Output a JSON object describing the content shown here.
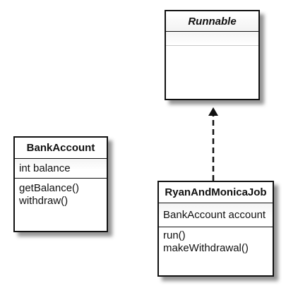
{
  "diagram": {
    "classes": {
      "runnable": {
        "name": "Runnable",
        "attributes": [],
        "methods": []
      },
      "bank_account": {
        "name": "BankAccount",
        "attributes": [
          "int balance"
        ],
        "methods": [
          "getBalance()",
          "withdraw()"
        ]
      },
      "ryan_and_monica_job": {
        "name": "RyanAndMonicaJob",
        "attributes": [
          "BankAccount account"
        ],
        "methods": [
          "run()",
          "makeWithdrawal()"
        ]
      }
    },
    "relationships": [
      {
        "type": "realization",
        "from": "RyanAndMonicaJob",
        "to": "Runnable"
      }
    ]
  }
}
